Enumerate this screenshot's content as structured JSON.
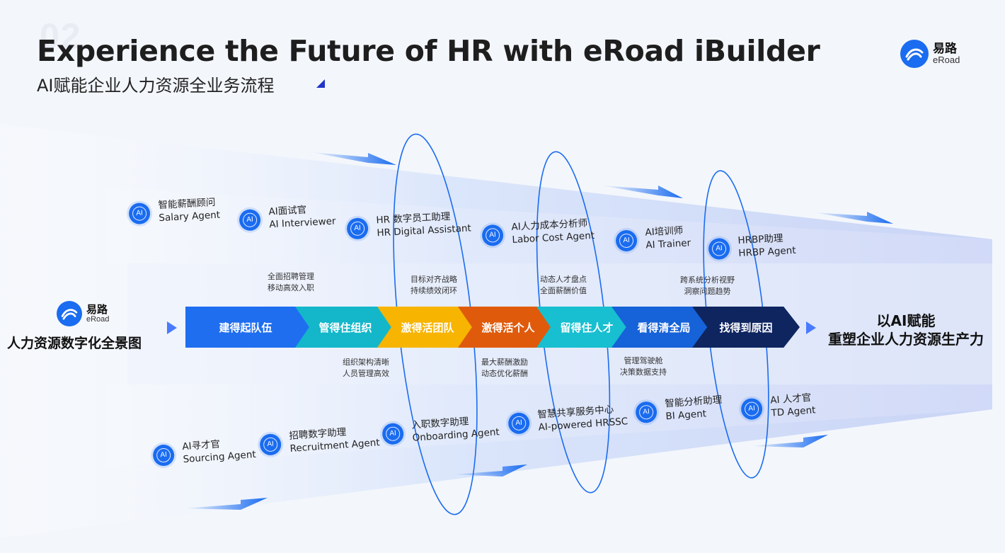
{
  "header": {
    "page_number": "02",
    "title": "Experience the Future of HR with eRoad iBuilder",
    "subtitle": "AI赋能企业人力资源全业务流程"
  },
  "brand": {
    "cn": "易路",
    "en": "eRoad"
  },
  "left_caption": "人力资源数字化全景图",
  "right_caption": {
    "line1": "以AI赋能",
    "line2": "重塑企业人力资源生产力"
  },
  "icon_label": "AI",
  "stages": [
    {
      "label": "建得起队伍",
      "color": "#1f6ef0"
    },
    {
      "label": "管得住组织",
      "color": "#13b7c9"
    },
    {
      "label": "激得活团队",
      "color": "#f7b400"
    },
    {
      "label": "激得活个人",
      "color": "#e05a0c"
    },
    {
      "label": "留得住人才",
      "color": "#17bfd0"
    },
    {
      "label": "看得清全局",
      "color": "#1662d8"
    },
    {
      "label": "找得到原因",
      "color": "#0e2560"
    }
  ],
  "notes_top": [
    {
      "line1": "全面招聘管理",
      "line2": "移动高效入职"
    },
    {
      "line1": "目标对齐战略",
      "line2": "持续绩效闭环"
    },
    {
      "line1": "动态人才盘点",
      "line2": "全面薪酬价值"
    },
    {
      "line1": "跨系统分析视野",
      "line2": "洞察问题趋势"
    }
  ],
  "notes_bottom": [
    {
      "line1": "组织架构清晰",
      "line2": "人员管理高效"
    },
    {
      "line1": "最大薪酬激励",
      "line2": "动态优化薪酬"
    },
    {
      "line1": "管理驾驶舱",
      "line2": "决策数据支持"
    }
  ],
  "agents_top": [
    {
      "cn": "智能薪酬顾问",
      "en": "Salary Agent"
    },
    {
      "cn": "AI面试官",
      "en": "AI Interviewer"
    },
    {
      "cn": "HR 数字员工助理",
      "en": "HR Digital Assistant"
    },
    {
      "cn": "AI人力成本分析师",
      "en": "Labor Cost Agent"
    },
    {
      "cn": "AI培训师",
      "en": "AI Trainer"
    },
    {
      "cn": "HRBP助理",
      "en": "HRBP Agent"
    }
  ],
  "agents_bottom": [
    {
      "cn": "AI寻才官",
      "en": "Sourcing Agent"
    },
    {
      "cn": "招聘数字助理",
      "en": "Recruitment Agent"
    },
    {
      "cn": "入职数字助理",
      "en": "Onboarding Agent"
    },
    {
      "cn": "智慧共享服务中心",
      "en": "AI-powered HRSSC"
    },
    {
      "cn": "智能分析助理",
      "en": "BI Agent"
    },
    {
      "cn": "AI 人才官",
      "en": "TD Agent"
    }
  ]
}
